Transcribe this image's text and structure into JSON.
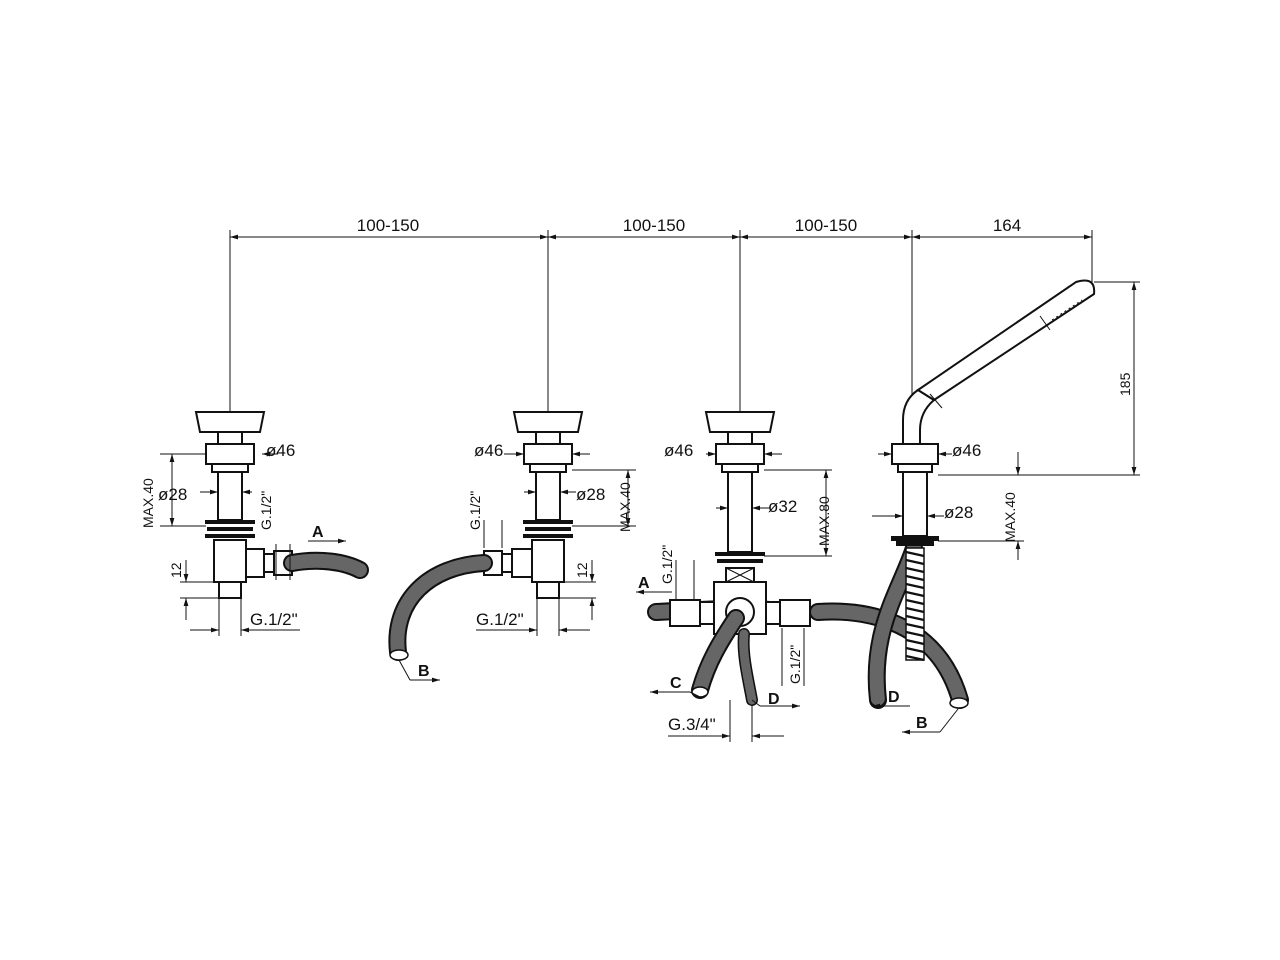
{
  "dimensions": {
    "spacing_1": "100-150",
    "spacing_2": "100-150",
    "spacing_3": "100-150",
    "shower_reach": "164",
    "shower_height": "185",
    "dia46_a": "ø46",
    "dia46_b": "ø46",
    "dia46_c": "ø46",
    "dia46_d": "ø46",
    "dia28_a": "ø28",
    "dia28_b": "ø28",
    "dia28_d": "ø28",
    "dia32": "ø32",
    "max40_a": "MAX.40",
    "max40_b": "MAX.40",
    "max40_d": "MAX.40",
    "max80": "MAX.80",
    "twelve_a": "12",
    "twelve_b": "12"
  },
  "threads": {
    "g12_vert_a": "G.1/2\"",
    "g12_horiz_a": "G.1/2\"",
    "g12_vert_b": "G.1/2\"",
    "g12_horiz_b": "G.1/2\"",
    "g12_vert_c": "G.1/2\"",
    "g12_vert_c2": "G.1/2\"",
    "g34": "G.3/4\""
  },
  "connections": {
    "a1": "A",
    "a2": "A",
    "b1": "B",
    "b2": "B",
    "c": "C",
    "d1": "D",
    "d2": "D"
  }
}
